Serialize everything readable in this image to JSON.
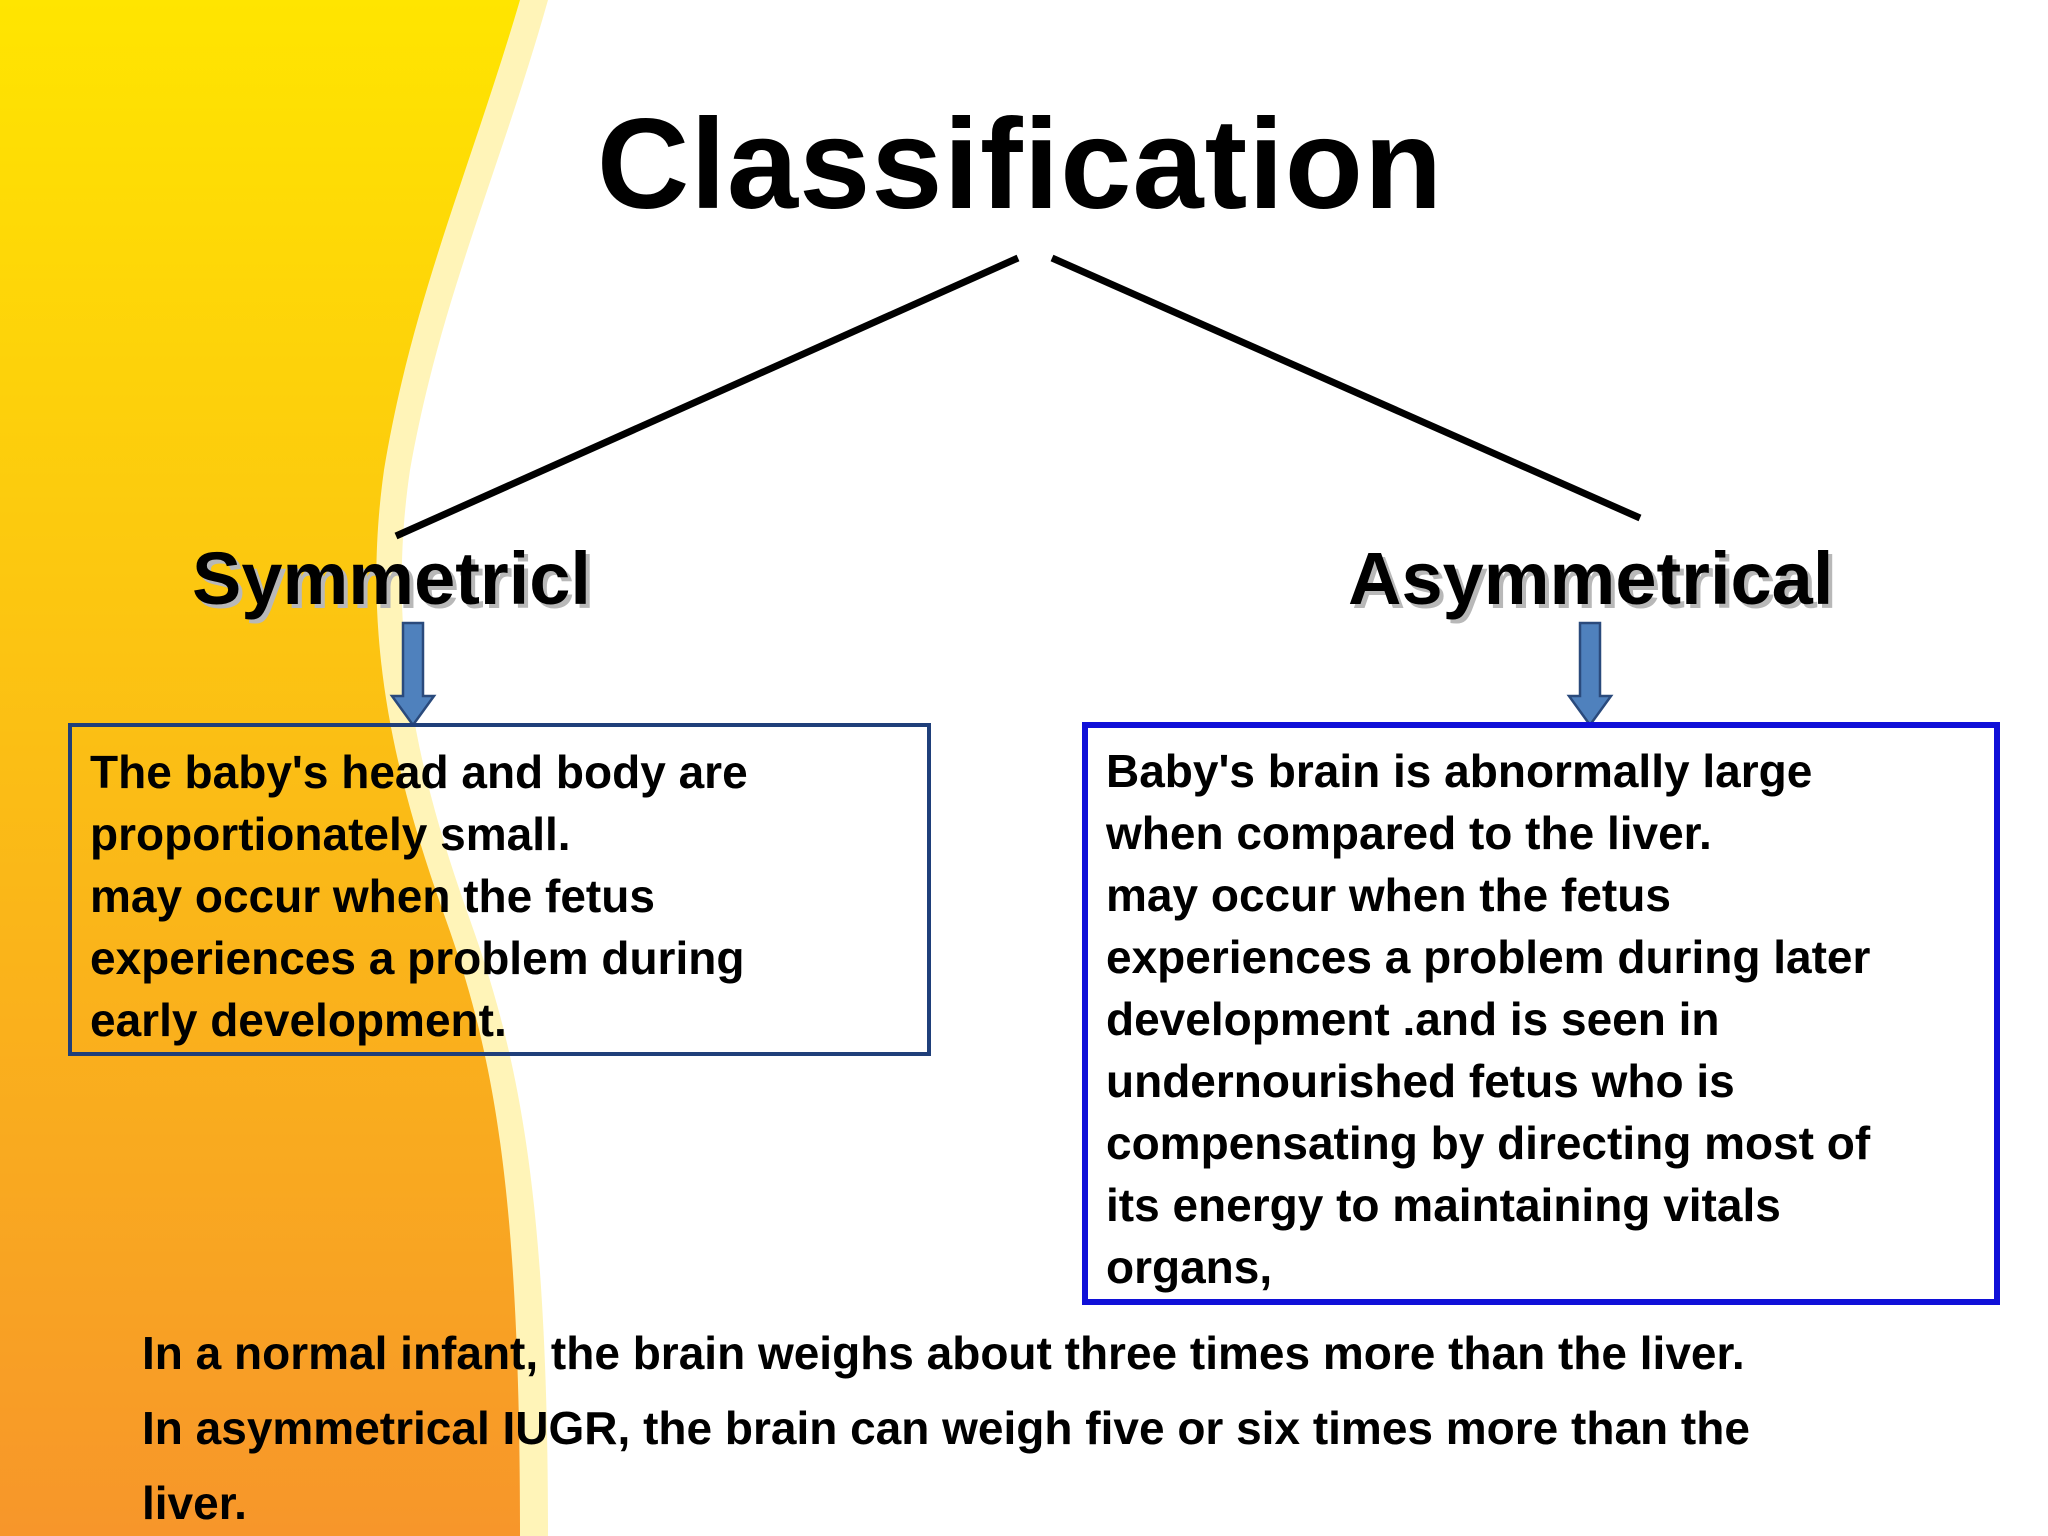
{
  "slide": {
    "title": "Classification",
    "colors": {
      "band_top": "#ffe500",
      "band_bottom": "#f7962a",
      "arrow_fill": "#4f81bd",
      "arrow_stroke": "#2a4a7c",
      "symmetric_box_border": "#1f3f7a",
      "asymmetric_box_border": "#1010d8"
    }
  },
  "branches": {
    "symmetric": {
      "heading": "Symmetricl",
      "lines": [
        "The baby's head and body are",
        "proportionately small.",
        "may occur when the fetus",
        "experiences a problem during",
        "early development."
      ]
    },
    "asymmetric": {
      "heading": "Asymmetrical",
      "lines": [
        "Baby's brain is abnormally large",
        "when compared to the liver.",
        "may occur when the fetus",
        "experiences a problem during later",
        "development .and is seen in",
        "undernourished fetus who is",
        "compensating by directing most of",
        "its energy to maintaining vitals",
        "organs,"
      ]
    }
  },
  "footer": {
    "lines": [
      "In a normal infant, the brain weighs about three times more than the liver.",
      "In asymmetrical IUGR, the brain can weigh five or six times more than the",
      "liver."
    ]
  }
}
